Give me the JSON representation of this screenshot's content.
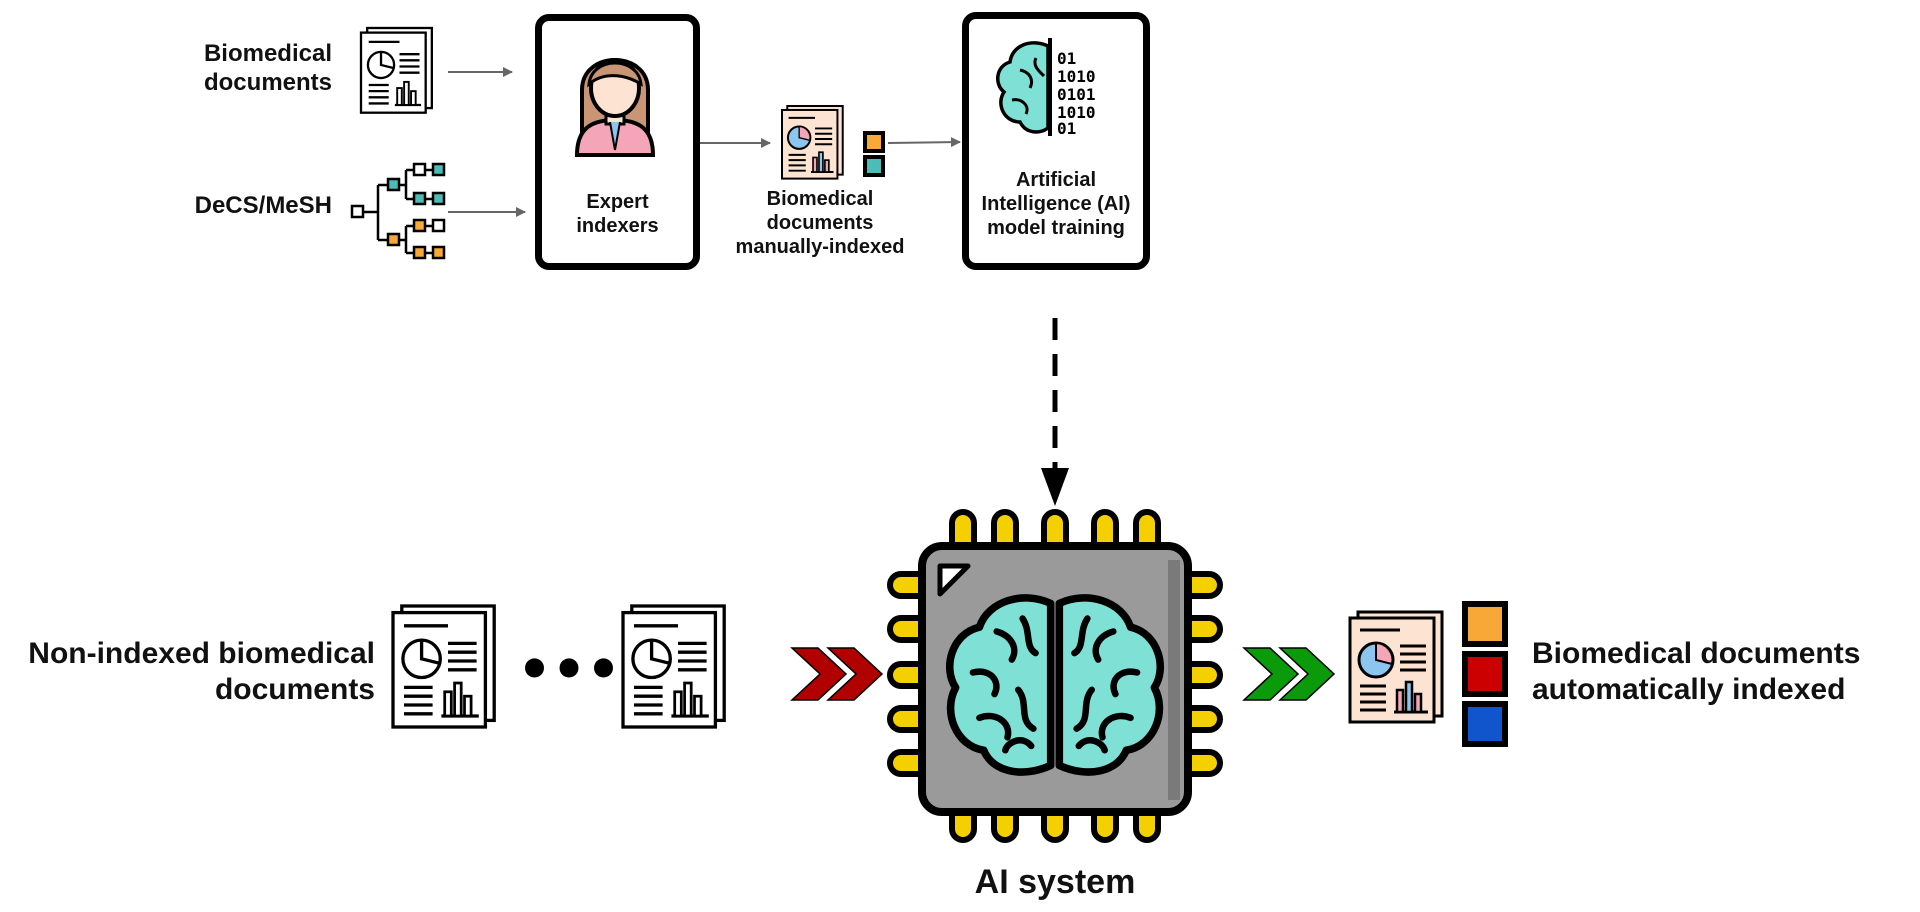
{
  "training": {
    "input_docs_label": "Biomedical documents",
    "vocab_label": "DeCS/MeSH",
    "indexers_label": "Expert indexers",
    "manual_label": "Biomedical documents manually-indexed",
    "ai_training_label": "Artificial Intelligence (AI) model training",
    "binary_lines": [
      "01",
      "1010",
      "0101",
      "1010",
      "01"
    ]
  },
  "system": {
    "input_label": "Non-indexed biomedical documents",
    "ellipsis": "•••",
    "ai_system_label": "AI system",
    "output_label": "Biomedical documents automatically indexed"
  },
  "colors": {
    "brain": "#7fe0d6",
    "brain_shade": "#5cc9bf",
    "chip": "#9a9a9a",
    "chip_pin": "#f5d000",
    "red_chevron": "#b00000",
    "green_chevron": "#0a9a0a",
    "tag_orange": "#f7a836",
    "tag_red": "#cc0000",
    "tag_blue": "#1155cc",
    "tag_teal": "#4cbcb6",
    "skin": "#fde3d2",
    "hair": "#c99575",
    "shirt": "#f4a6b8"
  }
}
